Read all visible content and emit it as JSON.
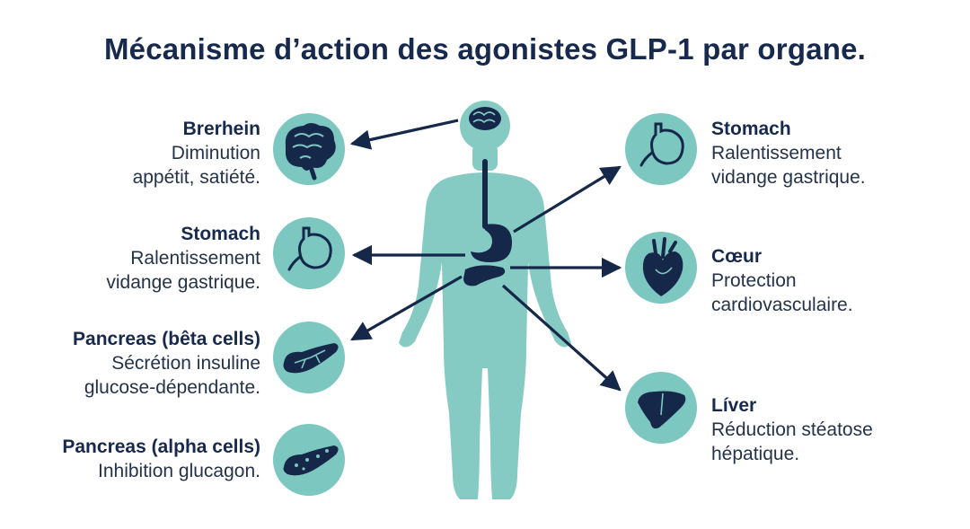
{
  "title": "Mécanisme d’action des agonistes GLP-1 par organe.",
  "colors": {
    "circle": "#7cc7bf",
    "body": "#86cbc3",
    "organ": "#16284a",
    "arrow": "#16284a",
    "text": "#17294d"
  },
  "organs": {
    "left": [
      {
        "name": "Brerhein",
        "desc1": "Diminution",
        "desc2": "appétit, satiété.",
        "icon": "brain-icon"
      },
      {
        "name": "Stomach",
        "desc1": "Ralentissement",
        "desc2": "vidange gastrique.",
        "icon": "stomach-icon"
      },
      {
        "name": "Pancreas (bêta cells)",
        "desc1": "Sécrétion insuline",
        "desc2": "glucose-dépendante.",
        "icon": "pancreas-icon"
      },
      {
        "name": "Pancreas (alpha cells)",
        "desc1": "Inhibition glucagon.",
        "desc2": "",
        "icon": "pancreas-icon"
      }
    ],
    "right": [
      {
        "name": "Stomach",
        "desc1": "Ralentissement",
        "desc2": "vidange gastrique.",
        "icon": "stomach-icon"
      },
      {
        "name": "Cœur",
        "desc1": "Protection",
        "desc2": "cardiovasculaire.",
        "icon": "heart-icon"
      },
      {
        "name": "Líver",
        "desc1": "Réduction stéatose",
        "desc2": "hépatique.",
        "icon": "liver-icon"
      }
    ]
  }
}
